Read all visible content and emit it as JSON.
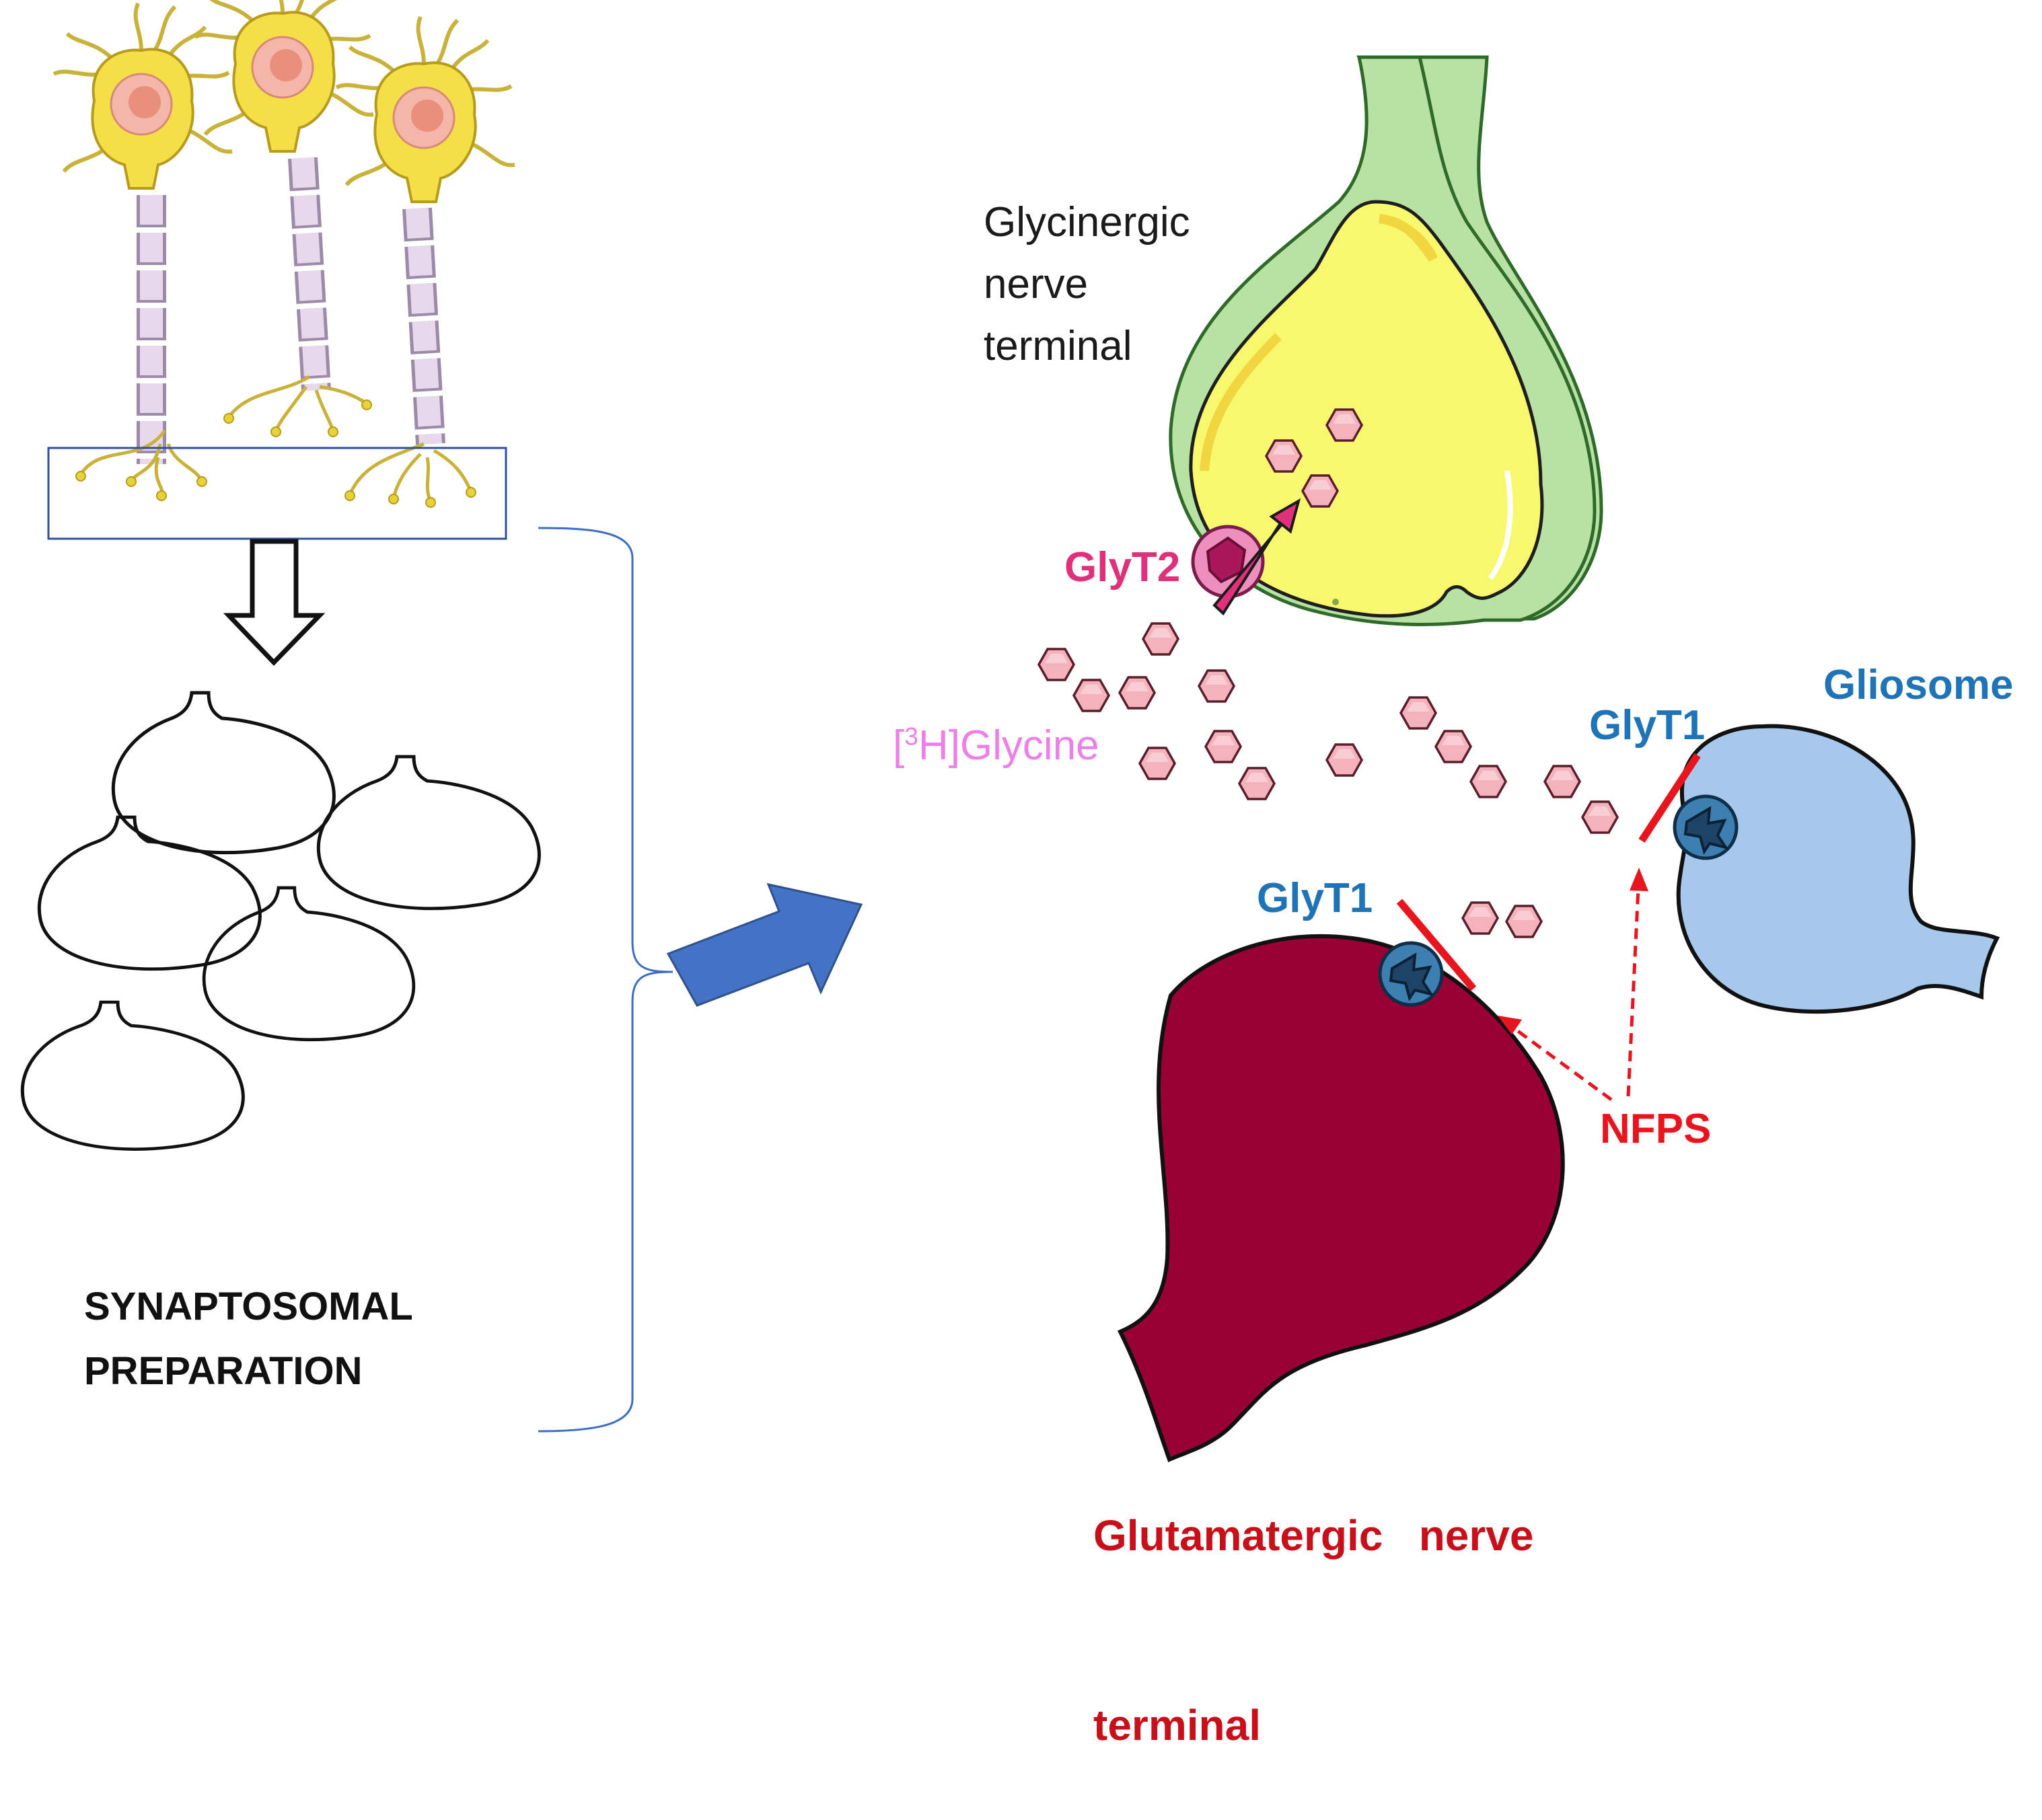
{
  "labels": {
    "glycinergic": [
      "Glycinergic",
      "nerve",
      "terminal"
    ],
    "glyt2": "GlyT2",
    "glycine_bracket_open": "[",
    "glycine_sup": "3",
    "glycine_rest": "H]Glycine",
    "glyt1_gliosome": "GlyT1",
    "gliosome": "Gliosome",
    "glyt1_glutamatergic": "GlyT1",
    "nfps": "NFPS",
    "glutamatergic": [
      "Glutamatergic   nerve",
      "terminal"
    ],
    "synaptosomal": [
      "SYNAPTOSOMAL",
      "PREPARATION"
    ]
  },
  "colors": {
    "glyt2": "#e0307a",
    "glycine_text": "#ee7ee8",
    "glyt1": "#1f74b8",
    "gliosome_text": "#1f74b8",
    "nfps": "#e8141e",
    "glutamatergic_text": "#c8101a",
    "glutamatergic_fill": "#990033",
    "gliosome_fill": "#a6c8ec",
    "glycinergic_fill": "#f8f86e",
    "glycinergic_stalk": "#b8e2a4",
    "glycine_molecule": "#f4b2bc",
    "block_arrow": "#4472c4"
  },
  "icons": {
    "neurons": "neuron-illustration-icon",
    "down_arrow": "hollow-down-arrow-icon",
    "right_arrow": "blue-block-arrow-icon",
    "transporter": "transporter-pore-icon",
    "inhibitor": "inhibition-bar-icon"
  }
}
